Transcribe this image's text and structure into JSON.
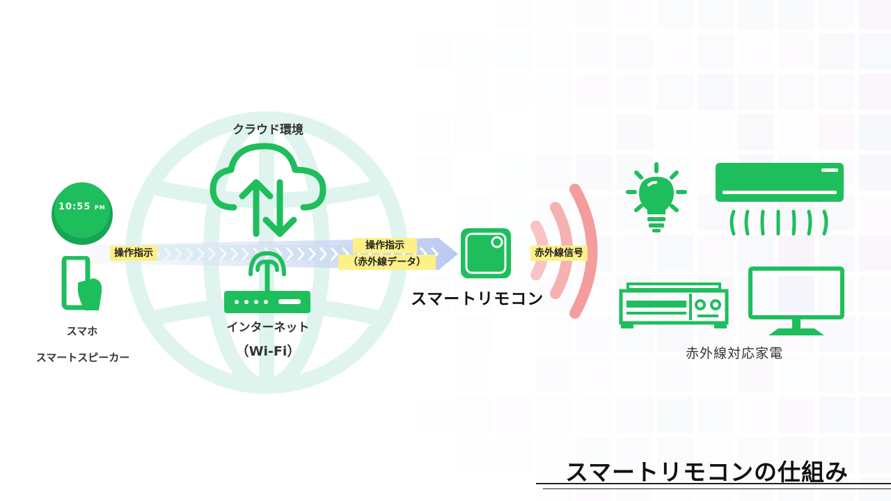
{
  "labels": {
    "cloud": "クラウド環境",
    "internet": "インターネット",
    "wifi": "（Wi-Fi）",
    "phone": "スマホ",
    "speaker": "スマートスピーカー",
    "clock_time": "10:55",
    "clock_ampm": "PM",
    "op_instruction_1": "操作指示",
    "op_instruction_2": "操作指示",
    "ir_data": "（赤外線データ）",
    "ir_signal": "赤外線信号",
    "remote": "スマートリモコン",
    "appliances": "赤外線対応家電"
  },
  "title": "スマートリモコンの仕組み",
  "colors": {
    "green": "#1fbe5c",
    "highlight": "#fdf086",
    "wave": "#f49d9d",
    "globe": "#dff4ef",
    "beam": "#b8c8ef"
  },
  "icons": [
    "smart-speaker-icon",
    "smartphone-icon",
    "cloud-icon",
    "router-icon",
    "smart-remote-icon",
    "lightbulb-icon",
    "air-conditioner-icon",
    "av-receiver-icon",
    "monitor-icon"
  ]
}
